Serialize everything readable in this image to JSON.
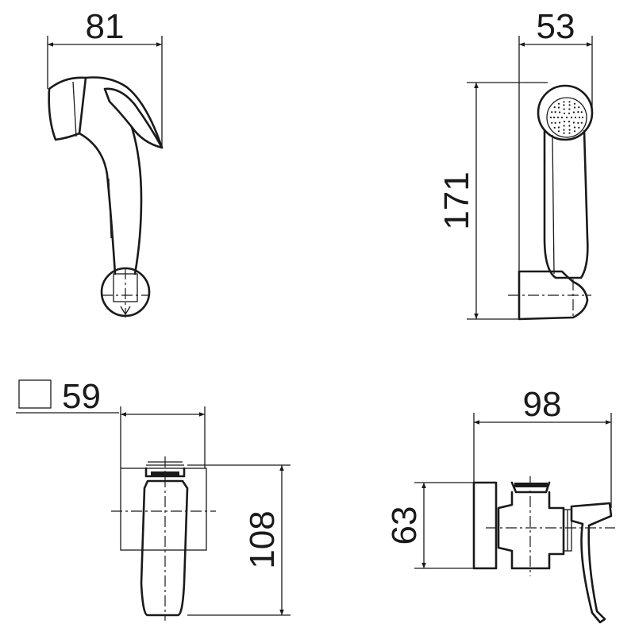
{
  "dimensions": {
    "hand_shower_side_width": "81",
    "hand_shower_front_width": "53",
    "hand_shower_height": "171",
    "wall_plate_square": "59",
    "valve_front_height": "108",
    "valve_side_depth": "98",
    "valve_side_height": "63"
  },
  "colors": {
    "line": "#1a1a1a",
    "background": "#ffffff"
  },
  "symbols": {
    "square": "square-symbol"
  }
}
